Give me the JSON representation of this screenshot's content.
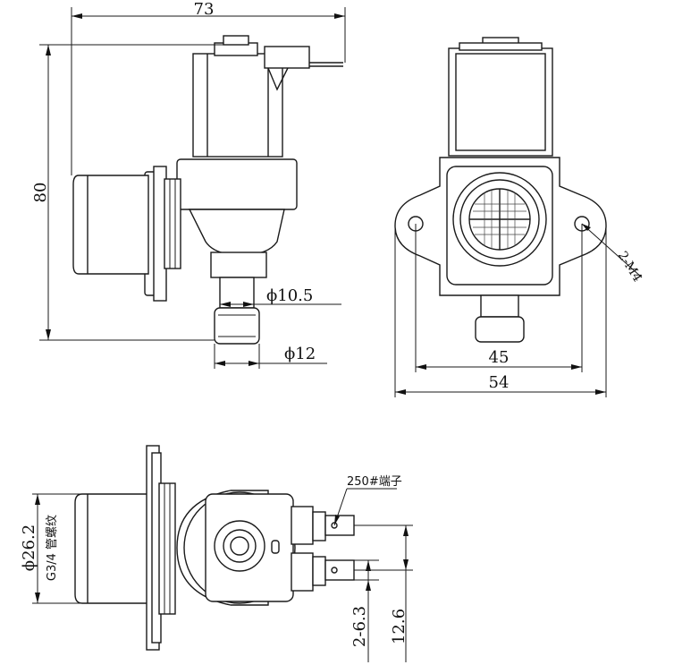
{
  "dimensions": {
    "width_total": "73",
    "height_total": "80",
    "outlet_inner": "ϕ10.5",
    "outlet_outer": "ϕ12",
    "hole_spacing": "45",
    "flange_width": "54",
    "mount_thread": "2-M4",
    "inlet_diameter": "ϕ26.2",
    "inlet_thread": "G3/4 管螺纹",
    "terminal_label": "250#端子",
    "terminal_width": "2-6.3",
    "terminal_spacing": "12.6"
  }
}
